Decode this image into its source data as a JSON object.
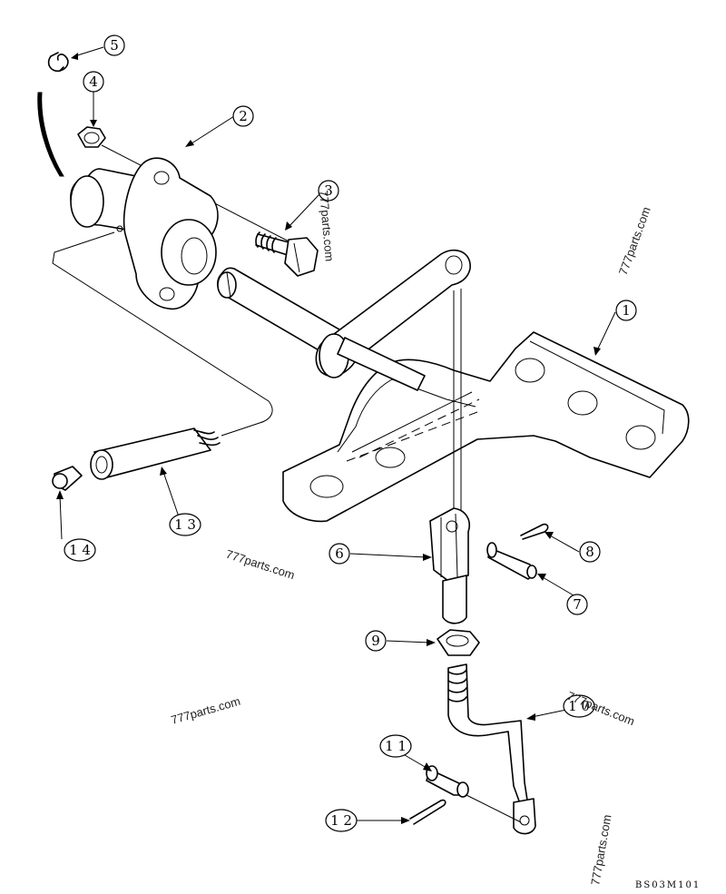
{
  "diagram": {
    "callouts": [
      {
        "label": "1"
      },
      {
        "label": "2"
      },
      {
        "label": "3"
      },
      {
        "label": "4"
      },
      {
        "label": "5"
      },
      {
        "label": "6"
      },
      {
        "label": "7"
      },
      {
        "label": "8"
      },
      {
        "label": "9"
      },
      {
        "label": "1 0"
      },
      {
        "label": "1 1"
      },
      {
        "label": "1 2"
      },
      {
        "label": "1 3"
      },
      {
        "label": "1 4"
      }
    ],
    "watermarks": [
      "777parts.com",
      "777parts.com",
      "777parts.com",
      "777parts.com",
      "777parts.com",
      "777parts.com"
    ],
    "drawing_code": "BS03M101"
  }
}
